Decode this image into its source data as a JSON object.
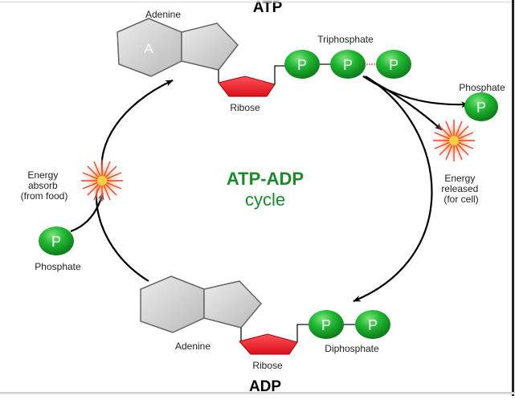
{
  "title": {
    "main": "ATP-ADP",
    "sub": "cycle"
  },
  "atp": {
    "label": "ATP",
    "adenine_label": "Adenine",
    "adenine_symbol": "A",
    "ribose_label": "Ribose",
    "phosphate_group_label": "Triphosphate",
    "phosphates": [
      "P",
      "P",
      "P"
    ]
  },
  "adp": {
    "label": "ADP",
    "adenine_label": "Adenine",
    "ribose_label": "Ribose",
    "phosphate_group_label": "Diphosphate",
    "phosphates": [
      "P",
      "P"
    ]
  },
  "released": {
    "phosphate_label": "Phosphate",
    "phosphate_symbol": "P",
    "energy_lines": [
      "Energy",
      "released",
      "(for cell)"
    ]
  },
  "absorbed": {
    "phosphate_label": "Phosphate",
    "phosphate_symbol": "P",
    "energy_lines": [
      "Energy",
      "absorb",
      "(from food)"
    ]
  },
  "colors": {
    "title_green": "#1a8a2a",
    "phosphate_green": "#1fae2f",
    "ribose_red": "#e8202a",
    "adenine_gray": "#d4d4d4",
    "arrow": "#000000"
  }
}
